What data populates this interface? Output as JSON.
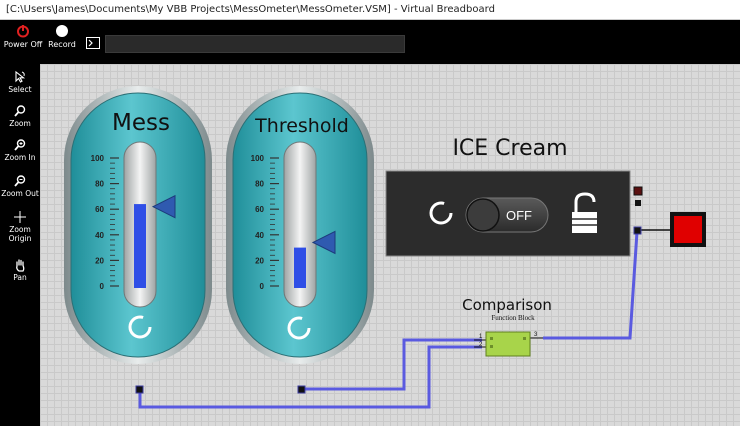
{
  "window": {
    "title": "[C:\\Users\\James\\Documents\\My VBB Projects\\MessOmeter\\MessOmeter.VSM] - Virtual Breadboard"
  },
  "toolbar": {
    "power_label": "Power Off",
    "record_label": "Record",
    "command_value": ""
  },
  "left_tools": [
    {
      "label": "Select",
      "icon": "select-icon"
    },
    {
      "label": "Zoom",
      "icon": "zoom-icon"
    },
    {
      "label": "Zoom In",
      "icon": "zoom-in-icon"
    },
    {
      "label": "Zoom Out",
      "icon": "zoom-out-icon"
    },
    {
      "label": "Zoom Origin",
      "icon": "zoom-origin-icon"
    },
    {
      "label": "Pan",
      "icon": "pan-icon"
    }
  ],
  "gauges": [
    {
      "title": "Mess",
      "ticks": [
        "100",
        "80",
        "60",
        "40",
        "20",
        "0"
      ],
      "level": 64,
      "marker": 62
    },
    {
      "title": "Threshold",
      "ticks": [
        "100",
        "80",
        "60",
        "40",
        "20",
        "0"
      ],
      "level": 30,
      "marker": 34
    }
  ],
  "switch_panel": {
    "title": "ICE Cream",
    "toggle_label": "OFF",
    "toggle_state": "off",
    "lock_state": "unlocked"
  },
  "comparison": {
    "title": "Comparison",
    "subtitle": "Function Block",
    "pins": [
      "1",
      "2",
      "3"
    ]
  },
  "colors": {
    "gauge_teal": "#3aaeb8",
    "level_blue": "#2f4ee6",
    "wire": "#5a5ae0",
    "indicator_red": "#e00000",
    "block_green": "#a8d44a",
    "power_red": "#e02020"
  }
}
